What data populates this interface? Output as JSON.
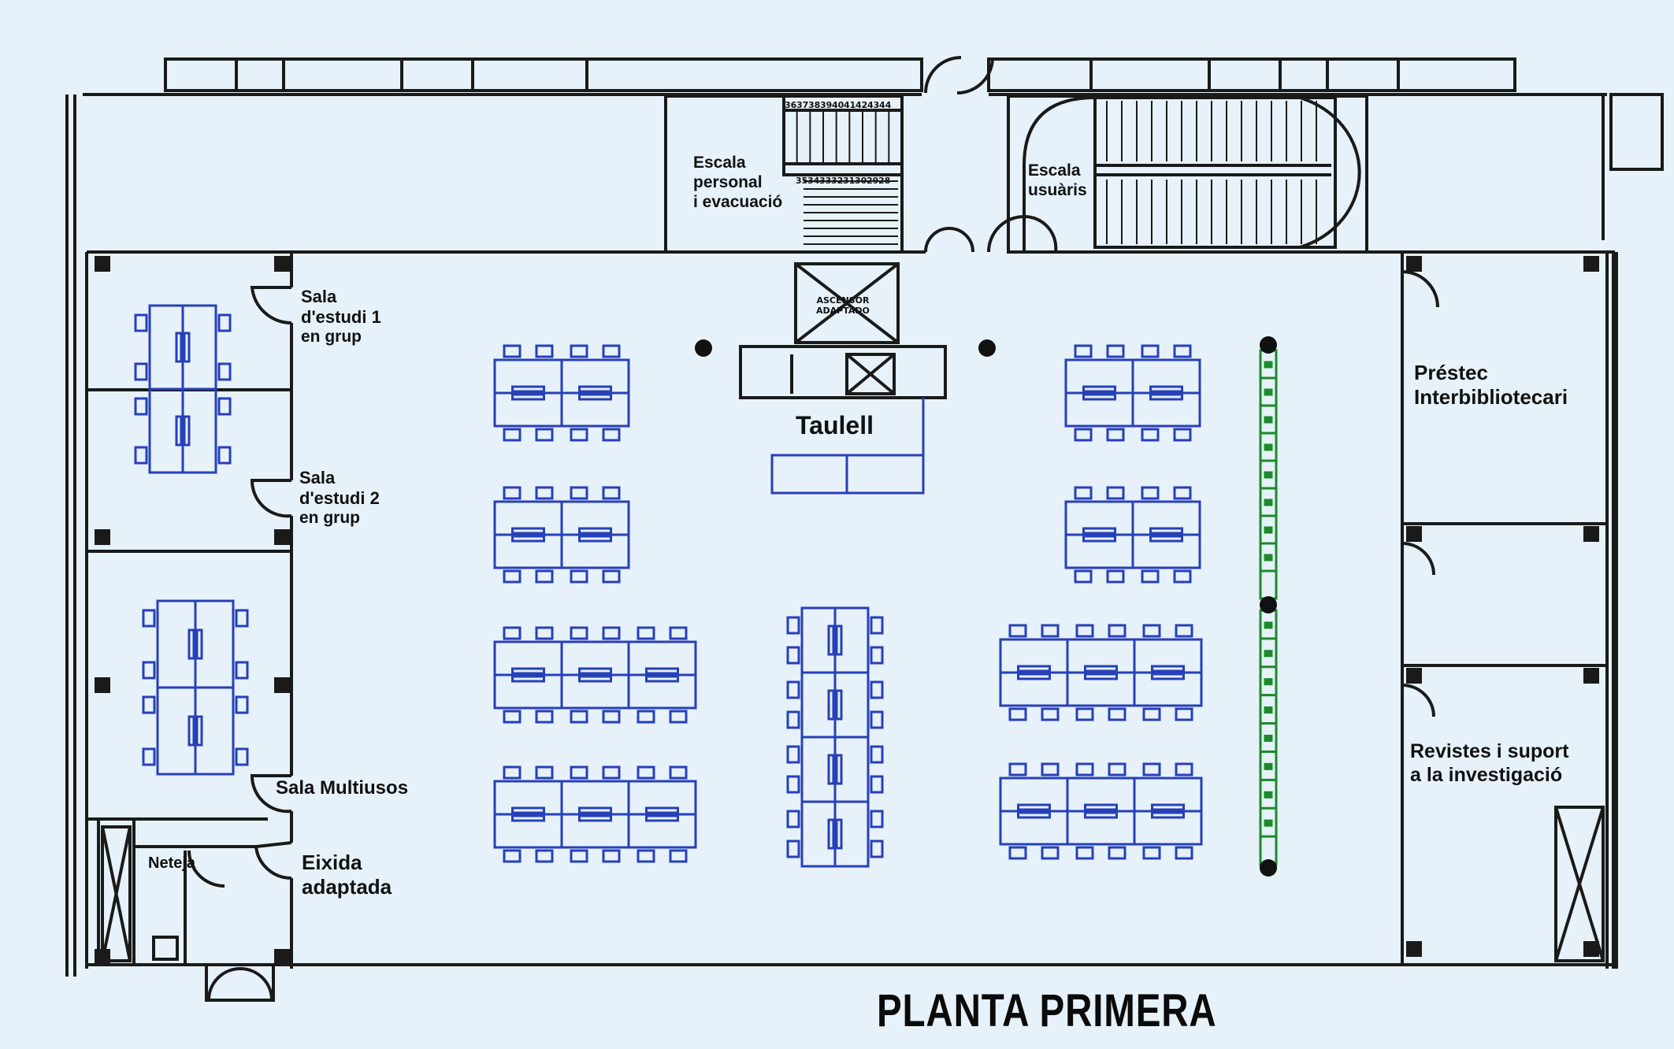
{
  "title": "PLANTA PRIMERA",
  "colors": {
    "background": "#e6f1f9",
    "walls": "#1a1a1a",
    "furniture": "#2740b8",
    "shelving": "#1b8a2a"
  },
  "rooms": {
    "sala_estudi_1": [
      "Sala",
      "d'estudi 1",
      "en grup"
    ],
    "sala_estudi_2": [
      "Sala",
      "d'estudi 2",
      "en grup"
    ],
    "sala_multiusos": "Sala Multiusos",
    "neteja": "Neteja",
    "eixida": [
      "Eixida",
      "adaptada"
    ],
    "escala_personal": [
      "Escala",
      "personal",
      "i evacuació"
    ],
    "escala_usuaris": [
      "Escala",
      "usuàris"
    ],
    "taulell": "Taulell",
    "prestec": [
      "Préstec",
      "Interbibliotecari"
    ],
    "revistes": [
      "Revistes i suport",
      "a la investigació"
    ],
    "ascensor": [
      "ASCENSOR",
      "ADAPTADO"
    ]
  },
  "stair_steps_top": [
    "36",
    "37",
    "38",
    "39",
    "40",
    "41",
    "42",
    "43",
    "44"
  ],
  "stair_steps_bottom": [
    "35",
    "34",
    "33",
    "32",
    "31",
    "30",
    "29",
    "28"
  ]
}
